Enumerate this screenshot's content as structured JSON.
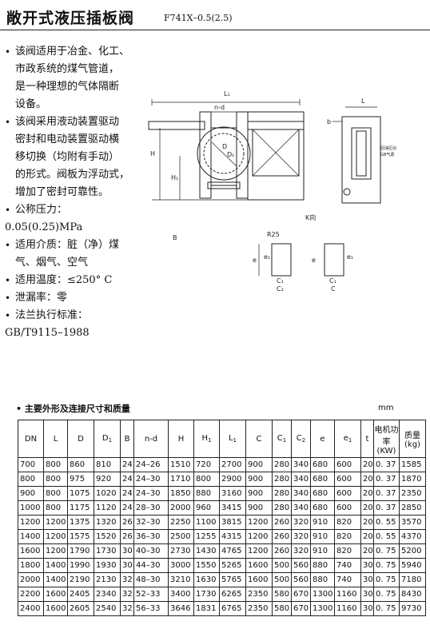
{
  "header": {
    "title": "敞开式液压插板阀",
    "model": "F741X–0.5(2.5)"
  },
  "features": [
    {
      "lines": [
        "该阀适用于冶金、化工、",
        "市政系统的煤气管道，",
        "是一种理想的气体隔断",
        "设备。"
      ]
    },
    {
      "lines": [
        "该阀采用液动装置驱动",
        "密封和电动装置驱动横",
        "移切换（均附有手动）",
        "的形式。阀板为浮动式，",
        "增加了密封可靠性。"
      ]
    },
    {
      "lines": [
        "公称压力："
      ]
    },
    {
      "lines": [
        "适用介质：脏（净）煤",
        "气、烟气、空气"
      ]
    },
    {
      "lines": [
        "适用温度：≤250° C"
      ]
    },
    {
      "lines": [
        "泄漏率：零"
      ]
    },
    {
      "lines": [
        "法兰执行标准："
      ]
    }
  ],
  "pressure_value": "0.05(0.25)MPa",
  "standard_value": "GB/T9115–1988",
  "drawing_labels": {
    "L1": "L₁",
    "nd": "n-d",
    "D": "D",
    "D1": "D₁",
    "B": "B",
    "H": "H",
    "H1": "H₁",
    "L": "L",
    "b": "b",
    "kview": "K向",
    "r25": "R25",
    "e": "e",
    "e1": "e₁",
    "C1": "C₁",
    "C2": "C₂",
    "C": "C",
    "note1": "回油压出",
    "note2": "GB气源"
  },
  "table": {
    "section_title": "主要外形及连接尺寸和质量",
    "unit": "mm",
    "headers": [
      "DN",
      "L",
      "D",
      "D",
      "B",
      "n-d",
      "H",
      "H",
      "L",
      "C",
      "C",
      "C",
      "e",
      "e",
      "t",
      "电机功率(KW)",
      "质量(kg)"
    ],
    "header_subs": [
      "",
      "",
      "",
      "1",
      "",
      "",
      "",
      "1",
      "1",
      "",
      "1",
      "2",
      "",
      "1",
      "",
      "",
      ""
    ],
    "rows": [
      [
        "700",
        "800",
        "860",
        "810",
        "24",
        "24–26",
        "1510",
        "720",
        "2700",
        "900",
        "280",
        "340",
        "680",
        "600",
        "20",
        "0. 37",
        "1585"
      ],
      [
        "800",
        "800",
        "975",
        "920",
        "24",
        "24–30",
        "1710",
        "800",
        "2900",
        "900",
        "280",
        "340",
        "680",
        "600",
        "20",
        "0. 37",
        "1870"
      ],
      [
        "900",
        "800",
        "1075",
        "1020",
        "24",
        "24–30",
        "1850",
        "880",
        "3160",
        "900",
        "280",
        "340",
        "680",
        "600",
        "20",
        "0. 37",
        "2350"
      ],
      [
        "1000",
        "800",
        "1175",
        "1120",
        "24",
        "28–30",
        "2000",
        "960",
        "3415",
        "900",
        "280",
        "340",
        "680",
        "600",
        "20",
        "0. 37",
        "2850"
      ],
      [
        "1200",
        "1200",
        "1375",
        "1320",
        "26",
        "32–30",
        "2250",
        "1100",
        "3815",
        "1200",
        "260",
        "320",
        "910",
        "820",
        "20",
        "0. 55",
        "3570"
      ],
      [
        "1400",
        "1200",
        "1575",
        "1520",
        "26",
        "36–30",
        "2500",
        "1255",
        "4315",
        "1200",
        "260",
        "320",
        "910",
        "820",
        "20",
        "0. 55",
        "4370"
      ],
      [
        "1600",
        "1200",
        "1790",
        "1730",
        "30",
        "40–30",
        "2730",
        "1430",
        "4765",
        "1200",
        "260",
        "320",
        "910",
        "820",
        "20",
        "0. 75",
        "5200"
      ],
      [
        "1800",
        "1400",
        "1990",
        "1930",
        "30",
        "44–30",
        "3000",
        "1550",
        "5265",
        "1600",
        "500",
        "560",
        "880",
        "740",
        "30",
        "0. 75",
        "5940"
      ],
      [
        "2000",
        "1400",
        "2190",
        "2130",
        "32",
        "48–30",
        "3210",
        "1630",
        "5765",
        "1600",
        "500",
        "560",
        "880",
        "740",
        "30",
        "0. 75",
        "7180"
      ],
      [
        "2200",
        "1600",
        "2405",
        "2340",
        "32",
        "52–33",
        "3400",
        "1730",
        "6265",
        "2350",
        "580",
        "670",
        "1300",
        "1160",
        "30",
        "0. 75",
        "8430"
      ],
      [
        "2400",
        "1600",
        "2605",
        "2540",
        "32",
        "56–33",
        "3646",
        "1831",
        "6765",
        "2350",
        "580",
        "670",
        "1300",
        "1160",
        "30",
        "0. 75",
        "9730"
      ]
    ]
  }
}
